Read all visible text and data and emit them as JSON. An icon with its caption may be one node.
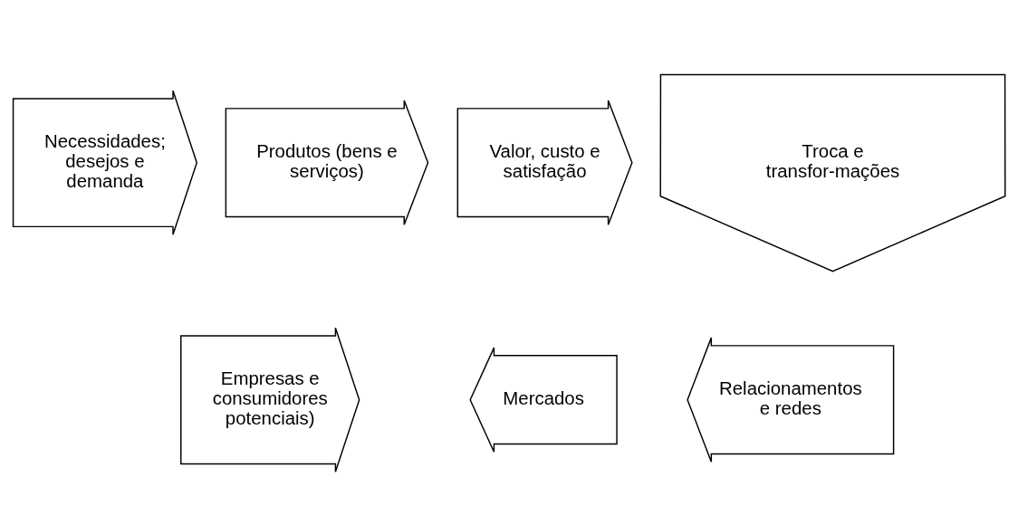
{
  "diagram": {
    "nodes": [
      {
        "text": [
          "Necessidades; desejos e demanda"
        ]
      },
      {
        "text": [
          "Produtos (bens e serviços)"
        ]
      },
      {
        "text": [
          "Valor, custo e satisfação"
        ]
      },
      {
        "text": [
          "Troca e transfor-mações"
        ]
      },
      {
        "text": [
          "Empresas e consumidores potenciais)"
        ]
      },
      {
        "text": [
          "Mercados"
        ]
      },
      {
        "text": [
          "Relacionamentos e redes"
        ]
      }
    ]
  }
}
